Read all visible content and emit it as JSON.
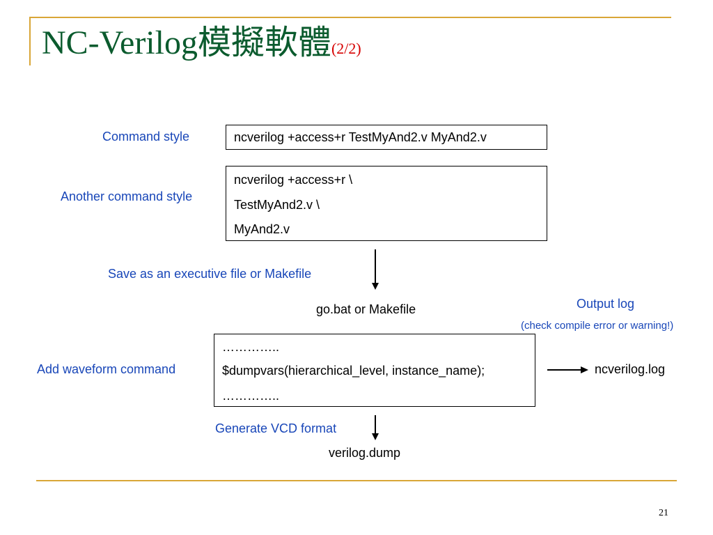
{
  "slide": {
    "title": "NC-Verilog模擬軟體",
    "title_suffix": "(2/2)",
    "page_number": "21"
  },
  "labels": {
    "command_style": "Command style",
    "another_command_style": "Another command style",
    "save_as": "Save as an executive file or Makefile",
    "output_log": "Output log",
    "check_compile": "(check compile error or warning!)",
    "add_waveform": "Add waveform command",
    "generate_vcd": "Generate VCD format"
  },
  "boxes": {
    "command_single": "ncverilog +access+r TestMyAnd2.v MyAnd2.v",
    "command_multi": [
      "ncverilog +access+r \\",
      "TestMyAnd2.v \\",
      "MyAnd2.v"
    ],
    "waveform": [
      "…………..",
      "$dumpvars(hierarchical_level, instance_name);",
      "………….."
    ]
  },
  "outputs": {
    "go_bat": "go.bat or Makefile",
    "ncverilog_log": "ncverilog.log",
    "verilog_dump": "verilog.dump"
  },
  "colors": {
    "title": "#0b5b2e",
    "title_suffix": "#d60000",
    "label_blue": "#1846b8",
    "rule": "#d9a637"
  }
}
